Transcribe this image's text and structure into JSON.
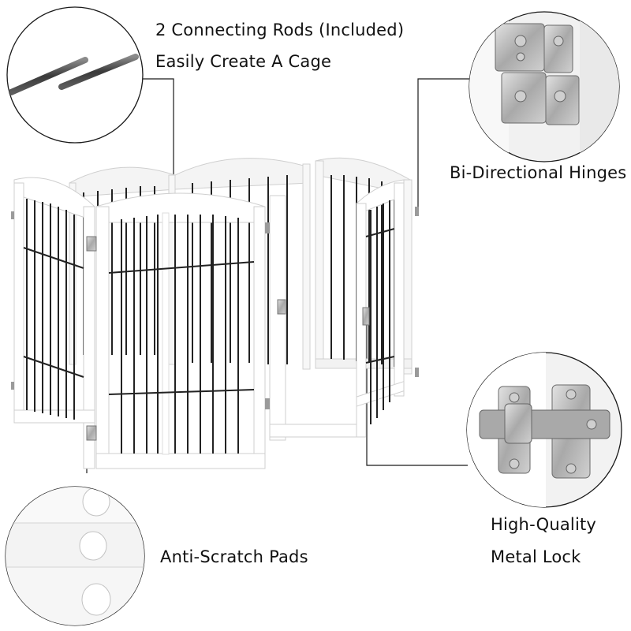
{
  "features": {
    "rods": {
      "line1": "2 Connecting Rods (Included)",
      "line2": "Easily Create A Cage"
    },
    "hinges": {
      "label": "Bi-Directional Hinges"
    },
    "pads": {
      "label": "Anti-Scratch Pads"
    },
    "lock": {
      "line1": "High-Quality",
      "line2": "Metal Lock"
    }
  },
  "icons": {
    "rods_inset": "connecting-rods-icon",
    "hinge_inset": "hinge-icon",
    "pads_inset": "anti-scratch-pad-icon",
    "lock_inset": "metal-lock-icon"
  },
  "colors": {
    "frame": "#ffffff",
    "bars": "#1c1c1c",
    "metal": "#b7b7b7",
    "callout_line": "#1a1a1a"
  }
}
